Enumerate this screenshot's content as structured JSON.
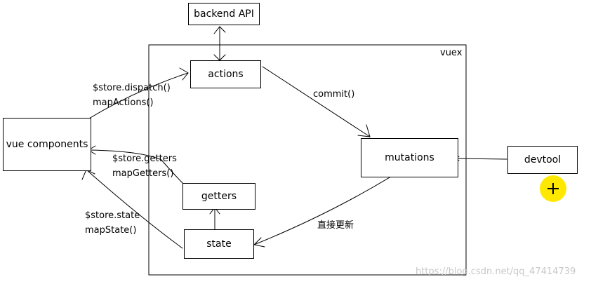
{
  "container": {
    "title": "vuex"
  },
  "nodes": {
    "backend_api": "backend API",
    "actions": "actions",
    "mutations": "mutations",
    "vue_components": "vue components",
    "getters": "getters",
    "state": "state",
    "devtool": "devtool"
  },
  "edges": {
    "dispatch_line1": "$store.dispatch()",
    "dispatch_line2": "mapActions()",
    "commit": "commit()",
    "getters_line1": "$store.getters",
    "getters_line2": "mapGetters()",
    "state_line1": "$store.state",
    "state_line2": "mapState()",
    "direct_update": "直接更新"
  },
  "watermark": "https://blog.csdn.net/qq_47414739",
  "cursor_icon": "crosshair-cursor-icon"
}
